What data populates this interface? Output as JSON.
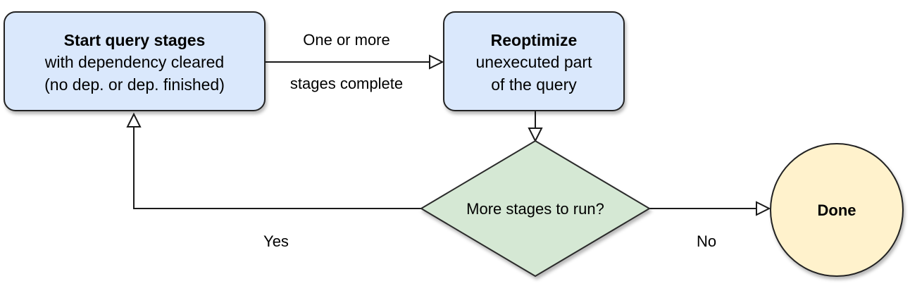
{
  "nodes": {
    "start": {
      "title": "Start query stages",
      "line2": "with dependency cleared",
      "line3": "(no dep. or dep. finished)"
    },
    "reoptimize": {
      "title": "Reoptimize",
      "line2": "unexecuted part",
      "line3": "of the query"
    },
    "decision": {
      "label": "More stages to run?"
    },
    "done": {
      "label": "Done"
    }
  },
  "edges": {
    "start_to_reoptimize": {
      "label_line1": "One or more",
      "label_line2": "stages complete"
    },
    "decision_yes": {
      "label": "Yes"
    },
    "decision_no": {
      "label": "No"
    }
  },
  "colors": {
    "process_fill": "#dae8fc",
    "process_stroke": "#222222",
    "decision_fill": "#d5e8d4",
    "decision_stroke": "#2b2b2b",
    "terminal_fill": "#fff2cc",
    "terminal_stroke": "#222222",
    "edge_stroke": "#1a1a1a"
  }
}
